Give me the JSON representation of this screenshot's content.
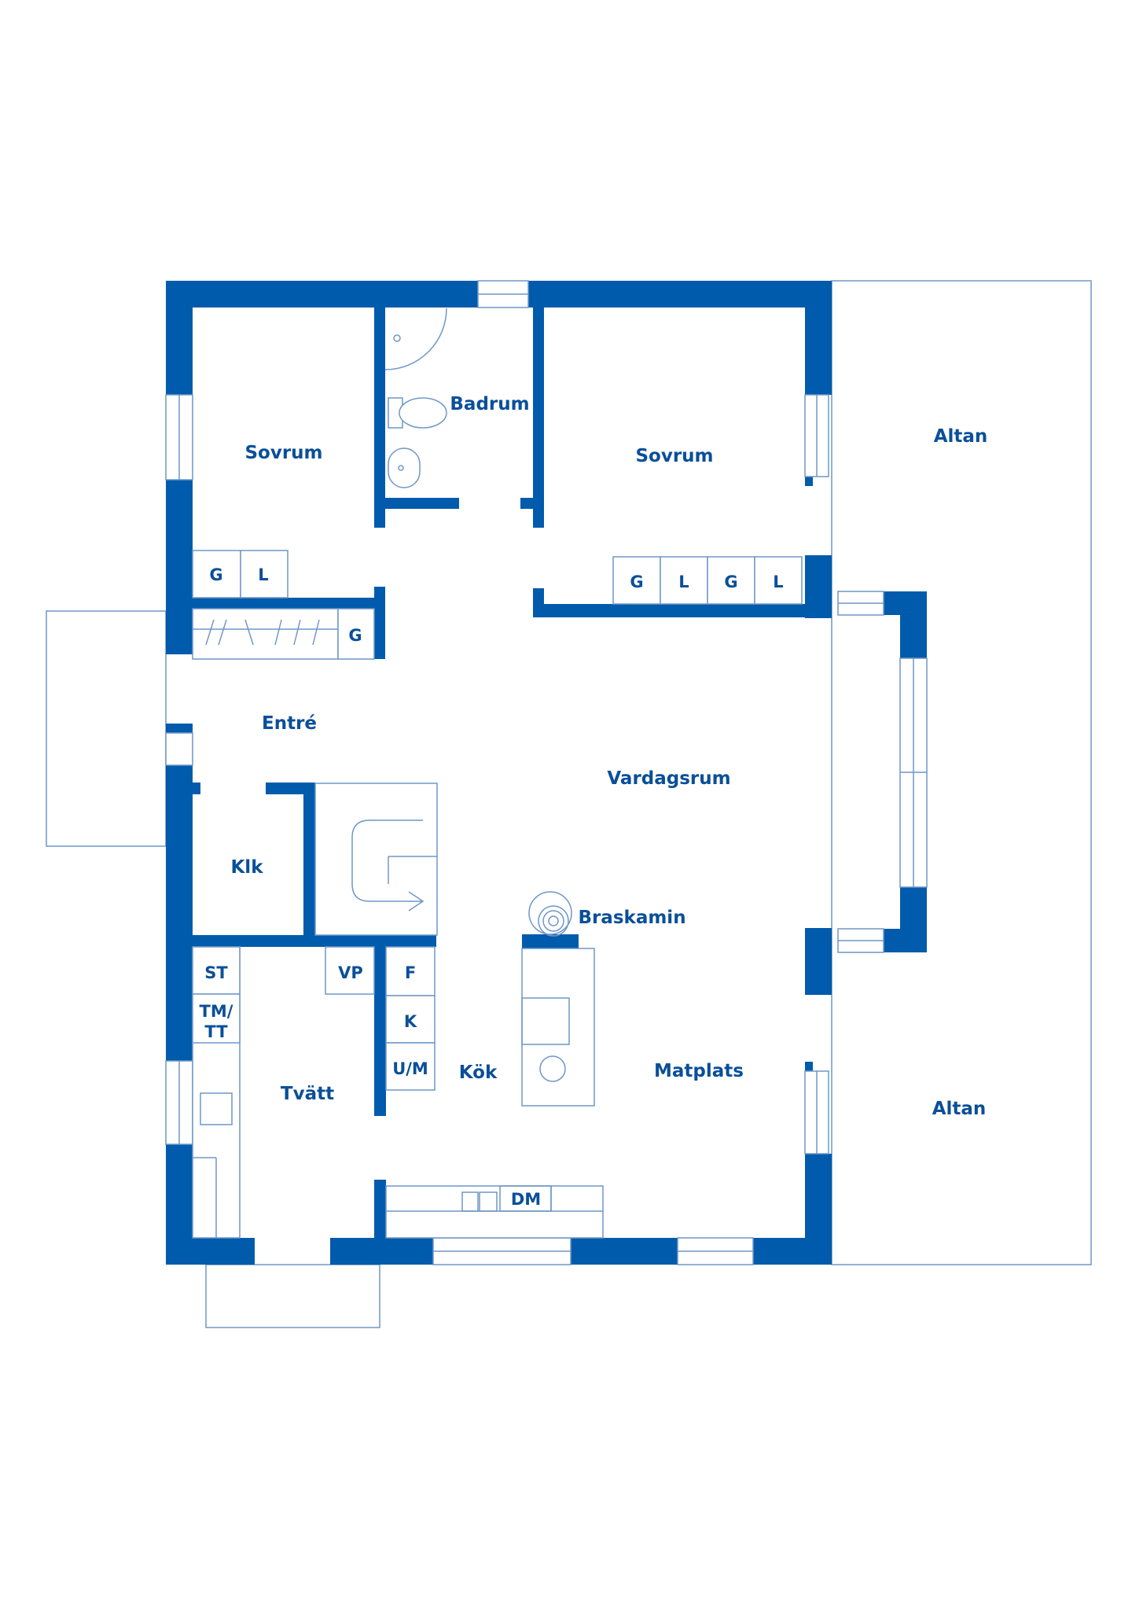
{
  "colors": {
    "wall": "#005bac",
    "line": "#6f97c6",
    "text": "#0a4f99",
    "background": "#ffffff"
  },
  "rooms": {
    "sovrum_left": "Sovrum",
    "badrum": "Badrum",
    "sovrum_right": "Sovrum",
    "altan_top": "Altan",
    "entre": "Entré",
    "vardagsrum": "Vardagsrum",
    "klk": "Klk",
    "braskamin": "Braskamin",
    "tvatt": "Tvätt",
    "kok": "Kök",
    "matplats": "Matplats",
    "altan_bottom": "Altan"
  },
  "storage": {
    "left_g": "G",
    "left_l": "L",
    "right_g1": "G",
    "right_l1": "L",
    "right_g2": "G",
    "right_l2": "L",
    "hall_g": "G"
  },
  "appliances": {
    "st": "ST",
    "tm_line1": "TM/",
    "tm_line2": "TT",
    "vp": "VP",
    "f": "F",
    "k": "K",
    "um": "U/M",
    "dm": "DM"
  },
  "icons": [
    "toilet-icon",
    "sink-icon",
    "shower-icon",
    "stove-icon",
    "fireplace-icon",
    "stair-arrow-icon"
  ]
}
